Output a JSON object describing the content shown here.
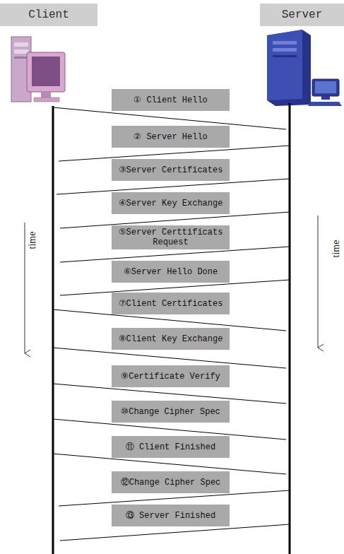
{
  "diagram": {
    "nodes": [
      {
        "text": [
          "Client"
        ]
      },
      {
        "text": [
          "Server"
        ]
      },
      {
        "text": [
          "① Client Hello"
        ]
      },
      {
        "text": [
          "② Server Hello"
        ]
      },
      {
        "text": [
          "③Server Certificates"
        ]
      },
      {
        "text": [
          "④Server Key Exchange"
        ]
      },
      {
        "text": [
          "⑤Server Certtificats Request"
        ]
      },
      {
        "text": [
          "⑥Server Hello Done"
        ]
      },
      {
        "text": [
          "⑦Client Certificates"
        ]
      },
      {
        "text": [
          "⑧Client Key Exchange"
        ]
      },
      {
        "text": [
          "⑨Certificate Verify"
        ]
      },
      {
        "text": [
          "⑩Change Cipher Spec"
        ]
      },
      {
        "text": [
          "⑪ Client Finished"
        ]
      },
      {
        "text": [
          "⑫Change Cipher Spec"
        ]
      },
      {
        "text": [
          "⑬ Server Finished"
        ]
      }
    ],
    "labels": [
      "time",
      "time"
    ]
  }
}
